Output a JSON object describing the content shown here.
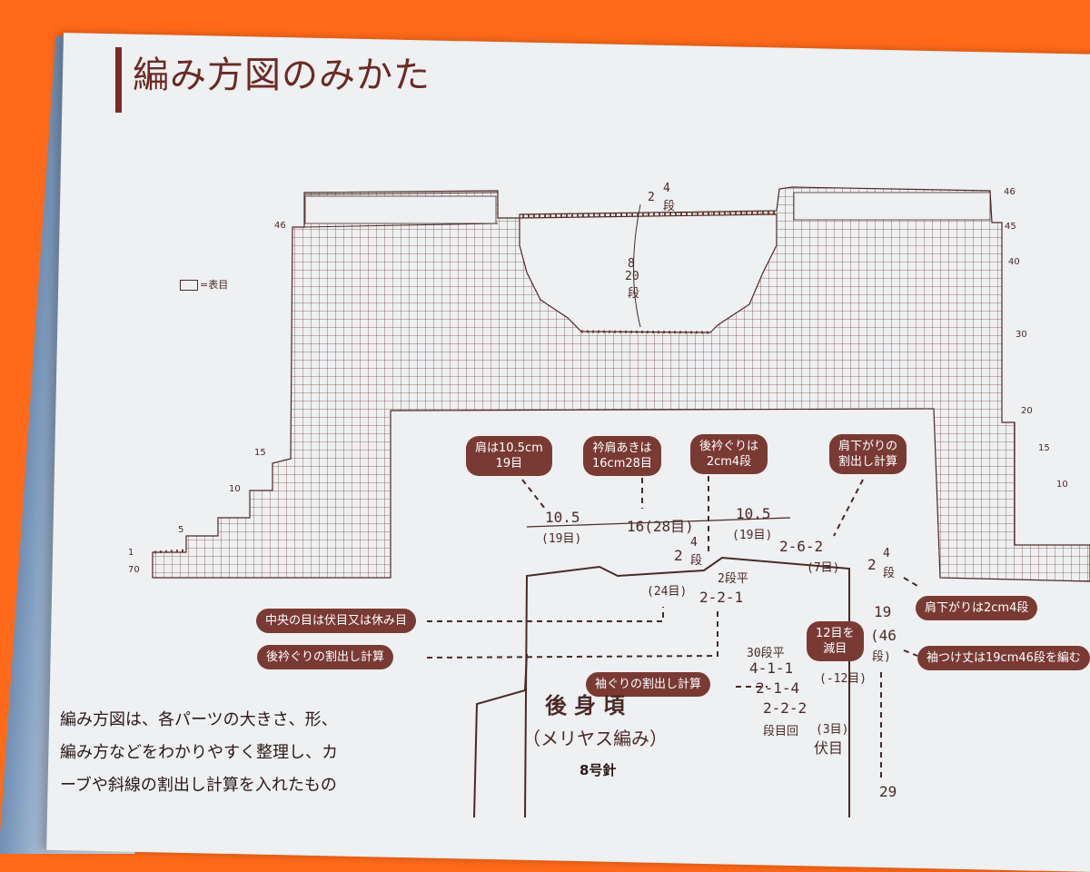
{
  "page": {
    "title": "編み方図のみかた",
    "legend_text": "=表目",
    "body_text": [
      "編み方図は、各パーツの大きさ、形、",
      "編み方などをわかりやすく整理し、カ",
      "ーブや斜線の割出し計算を入れたもの"
    ]
  },
  "labels": {
    "shoulder": "肩は10.5cm\n19目",
    "collar_shoulder": "衿肩あきは\n16cm28目",
    "back_neck": "後衿ぐりは\n2cm4段",
    "shoulder_slope_calc": "肩下がりの\n割出し計算",
    "center_stitches": "中央の目は伏目又は休み目",
    "back_neck_calc": "後衿ぐりの割出し計算",
    "armhole_calc": "袖ぐりの割出し計算",
    "shoulder_drop": "肩下がりは2cm4段",
    "sleeve_length": "袖つけ丈は19cm46段を編む",
    "decrease": "12目を\n減目"
  },
  "numbers": {
    "w_left": "10.5",
    "w_left_sts": "(19目)",
    "w_mid": "16(28目)",
    "w_right": "10.5",
    "w_right_sts": "(19目)",
    "shoulder_rule": "2-6-2",
    "shoulder_rule_sts": "(7目)",
    "neck_2": "2",
    "neck_4": "4",
    "neck_dan": "段",
    "neck_24": "(24目)",
    "neck_2dan": "2段平",
    "neck_221": "2-2-1",
    "arm_30": "30段平",
    "arm_411": "4-1-1",
    "arm_214": "2-1-4",
    "arm_222": "2-2-2",
    "arm_units": "段目回",
    "arm_3": "(3目)",
    "arm_fuse": "伏目",
    "minus12": "(-12目)",
    "side_2": "2",
    "side_4": "4",
    "side_dan": "段",
    "side_19": "19",
    "side_46": "(46",
    "side_dan2": "段)",
    "side_29": "29",
    "chart_top_2": "2",
    "chart_top_4": "4",
    "chart_top_dan": "段",
    "chart_mid_8": "8",
    "chart_mid_20": "20",
    "chart_mid_dan": "段"
  },
  "row_markers_left": [
    "46",
    "15",
    "10",
    "5",
    "1",
    "70"
  ],
  "row_markers_right": [
    "46",
    "45",
    "40",
    "30",
    "20",
    "15",
    "10"
  ],
  "piece": {
    "name": "後身頃",
    "stitch": "（メリヤス編み）",
    "needle": "8号針"
  },
  "colors": {
    "accent": "#7a3a34",
    "ink": "#4a2a26",
    "background": "#ff6a1a",
    "paper": "#eef0f2"
  }
}
